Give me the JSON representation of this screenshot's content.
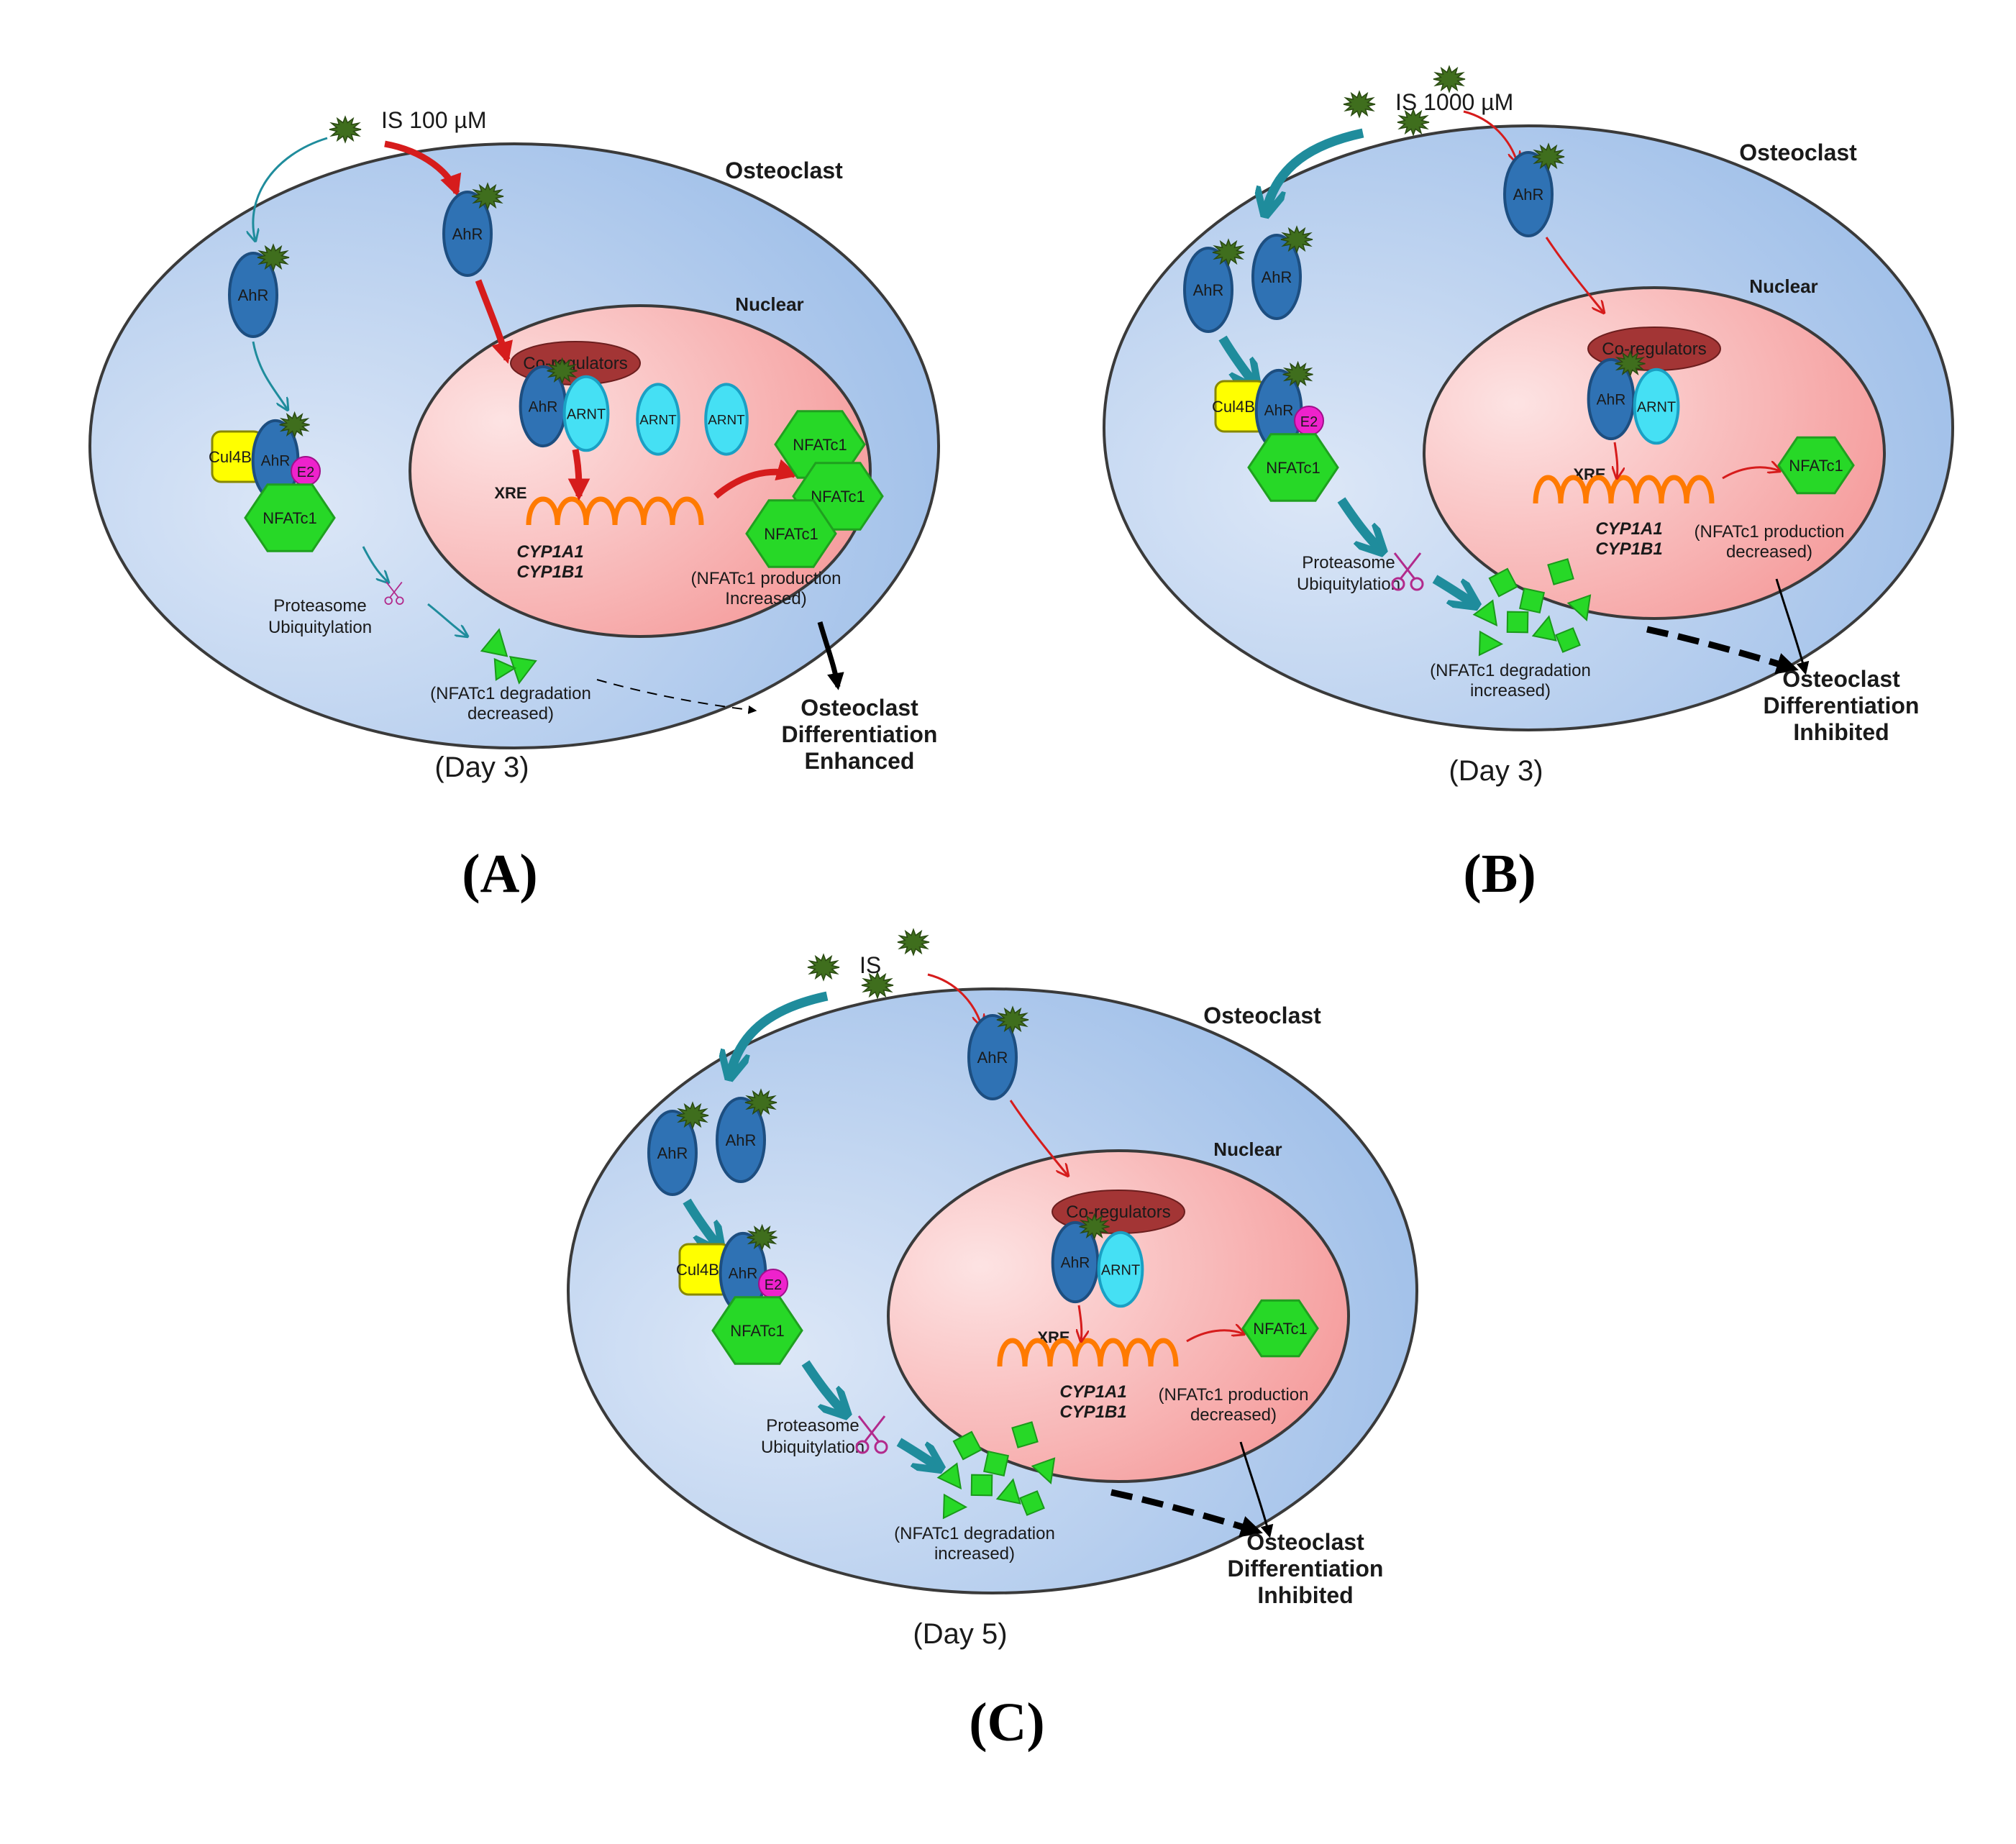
{
  "panels": [
    {
      "id": "A",
      "variant": "A",
      "label": "(A)",
      "is_label": "IS 100 µM",
      "cell_label": "Osteoclast",
      "nuclear_label": "Nuclear",
      "day": "(Day 3)",
      "degradation": [
        "(NFATc1 degradation",
        "decreased)"
      ],
      "production": [
        "(NFATc1 production",
        "Increased)"
      ],
      "outcome": [
        "Osteoclast",
        "Differentiation",
        "Enhanced"
      ]
    },
    {
      "id": "B",
      "variant": "B",
      "label": "(B)",
      "is_label": "IS 1000 µM",
      "cell_label": "Osteoclast",
      "nuclear_label": "Nuclear",
      "day": "(Day 3)",
      "degradation": [
        "(NFATc1 degradation",
        "increased)"
      ],
      "production": [
        "(NFATc1 production",
        "decreased)"
      ],
      "outcome": [
        "Osteoclast",
        "Differentiation",
        "Inhibited"
      ]
    },
    {
      "id": "C",
      "variant": "B",
      "label": "(C)",
      "is_label": "IS",
      "cell_label": "Osteoclast",
      "nuclear_label": "Nuclear",
      "day": "(Day 5)",
      "degradation": [
        "(NFATc1 degradation",
        "increased)"
      ],
      "production": [
        "(NFATc1 production",
        "decreased)"
      ],
      "outcome": [
        "Osteoclast",
        "Differentiation",
        "Inhibited"
      ]
    }
  ],
  "labels": {
    "ahr": "AhR",
    "arnt": "ARNT",
    "cul4b": "Cul4B",
    "e2": "E2",
    "nfatc1": "NFATc1",
    "coregulators": "Co-regulators",
    "xre": "XRE",
    "gene1": "CYP1A1",
    "gene2": "CYP1B1",
    "proteasome": "Proteasome",
    "ubiquitylation": "Ubiquitylation"
  },
  "colors": {
    "cell": "#b8cdec",
    "nucleus": "#f6b3b3",
    "ahr": "#2f72b4",
    "arnt": "#45e0f4",
    "nfatc1": "#27d827",
    "cul4b": "#ffff00",
    "e2": "#ee22cc",
    "coregulators": "#a33535",
    "ligand": "#3f6e1d",
    "red_arrow": "#d61c1c",
    "teal_arrow": "#1f8c9c",
    "dna": "#ff7a00"
  }
}
